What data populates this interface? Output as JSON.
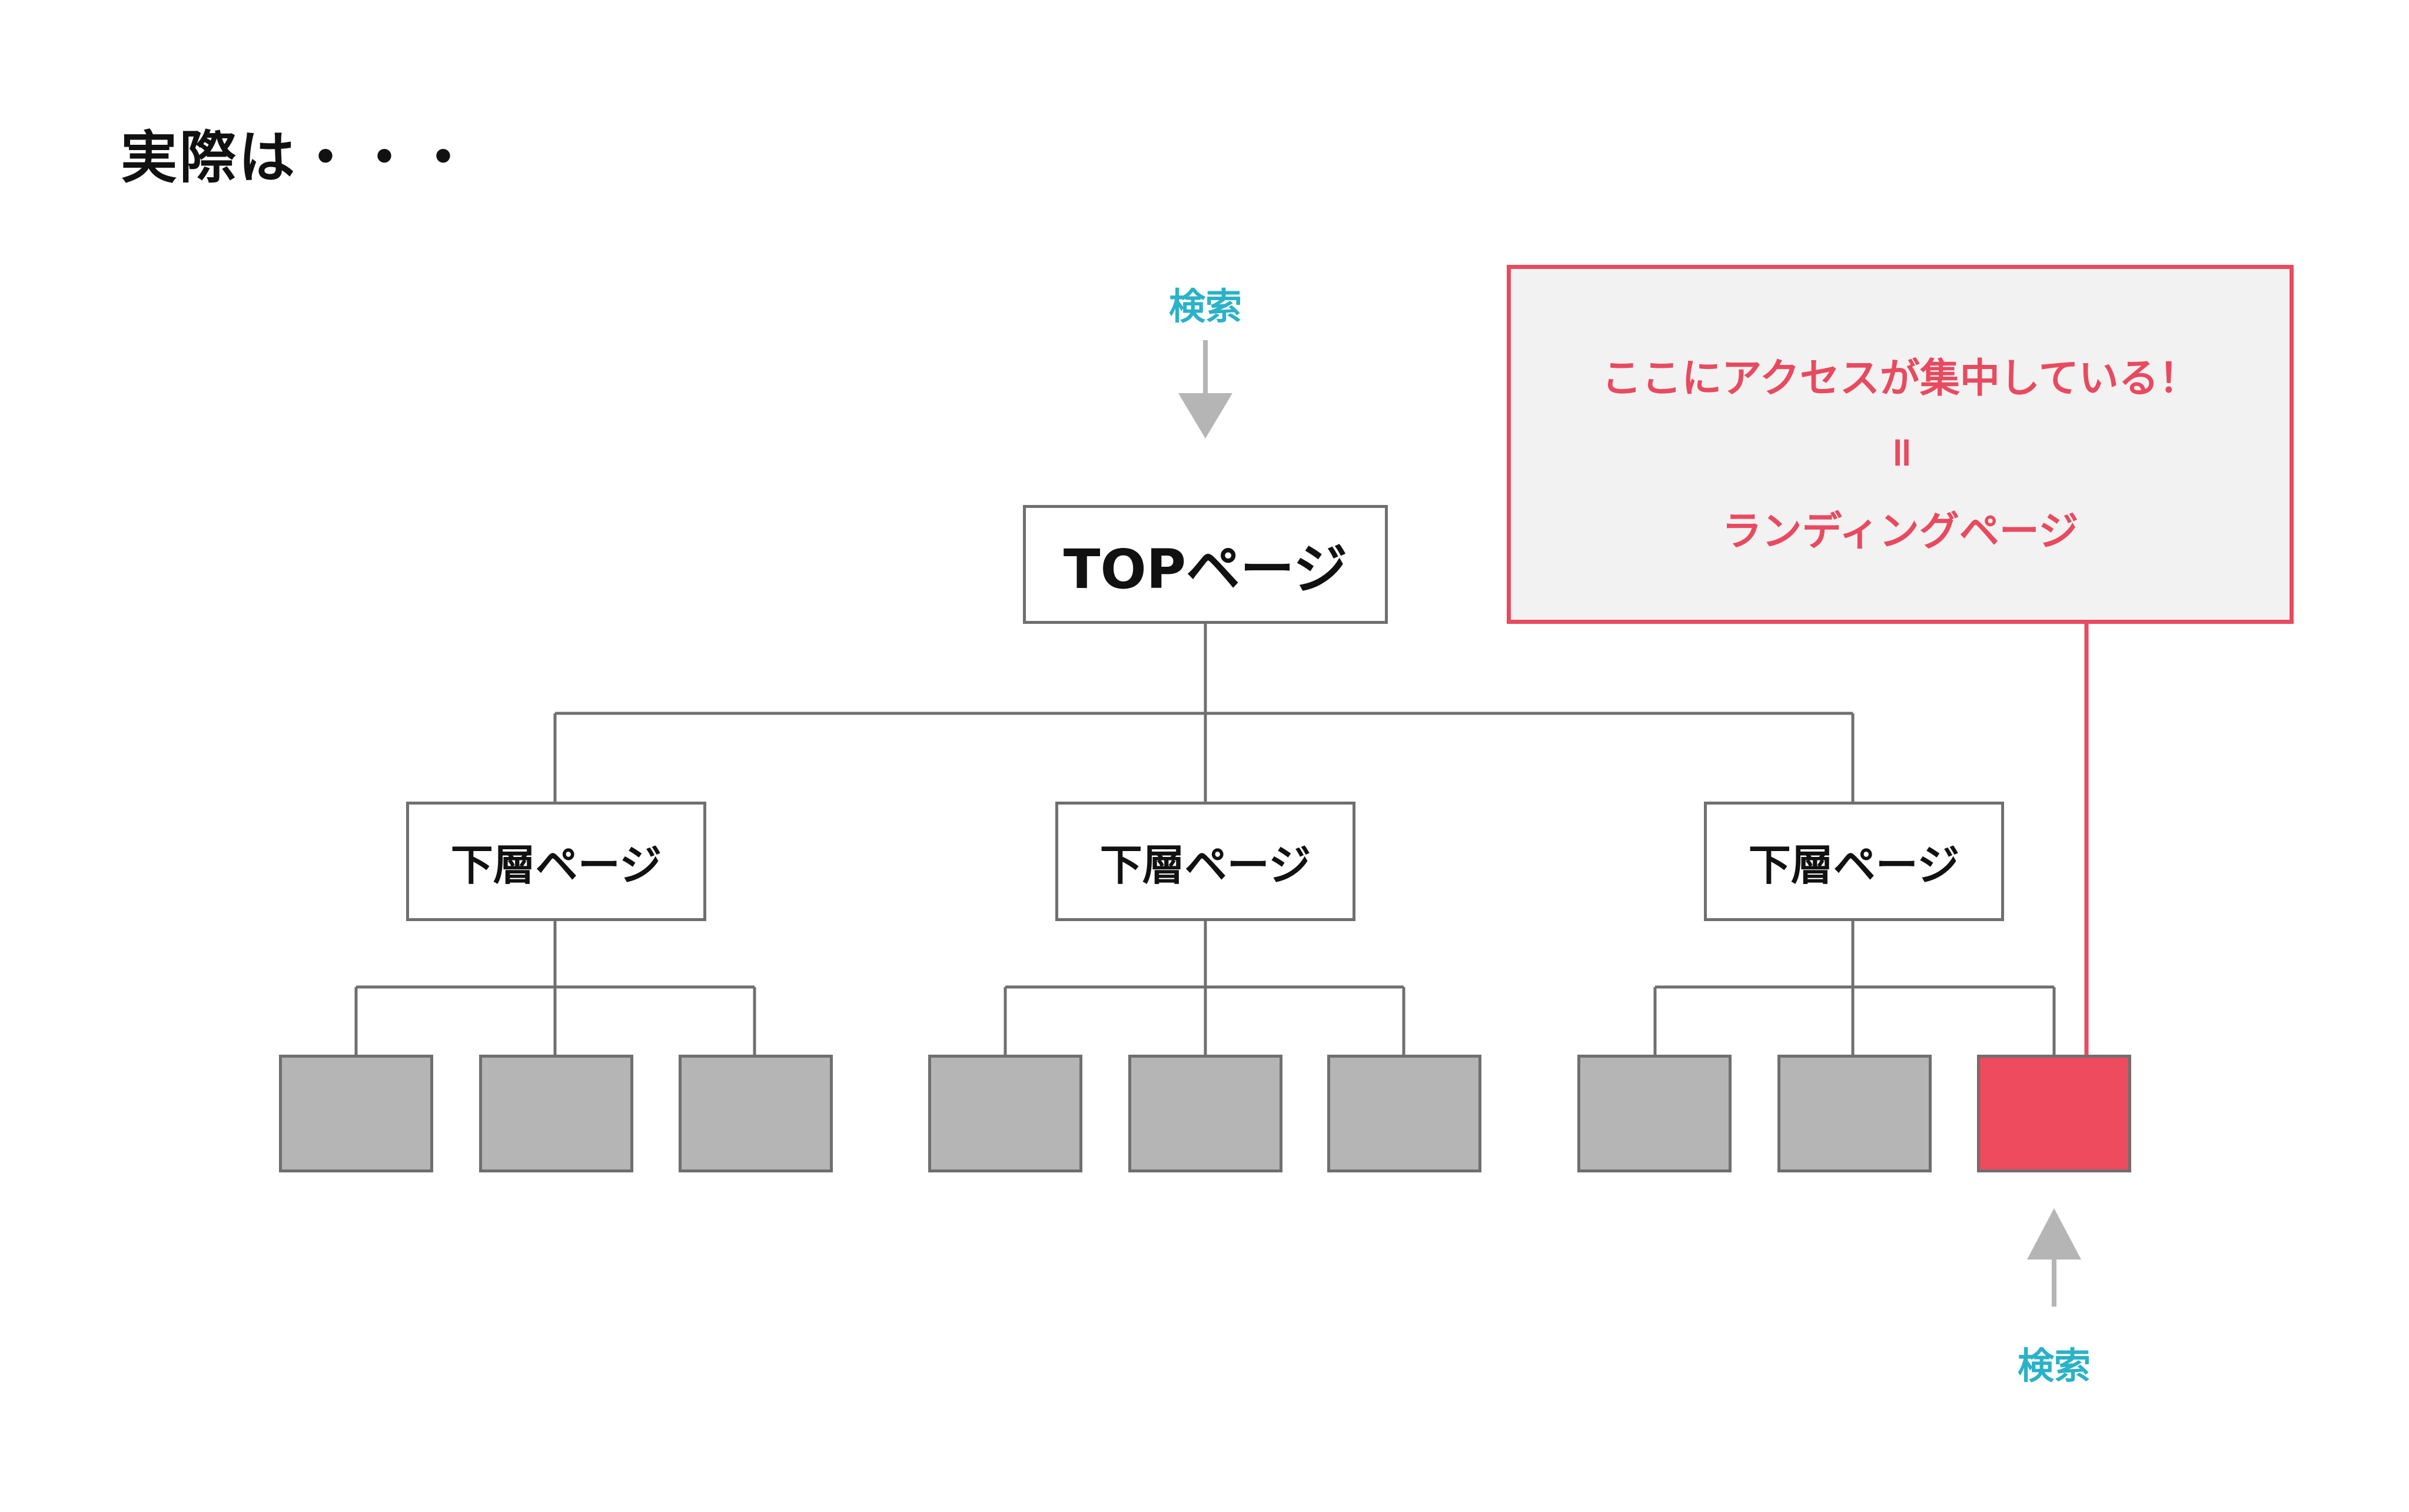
{
  "heading": "実際は・・・",
  "top_node": {
    "label": "TOPページ"
  },
  "sub_nodes": [
    {
      "label": "下層ページ"
    },
    {
      "label": "下層ページ"
    },
    {
      "label": "下層ページ"
    }
  ],
  "leaf_count": 9,
  "highlighted_leaf": 9,
  "search_top": {
    "label": "検索"
  },
  "search_bottom": {
    "label": "検索"
  },
  "callout": {
    "line1": "ここにアクセスが集中している！",
    "line2": "॥",
    "line3": "ランディングページ"
  },
  "colors": {
    "accent_red": "#e84a5f",
    "search_blue": "#2ab2c8",
    "leaf_gray": "#b6b5b6",
    "border_gray": "#6f6f6f"
  }
}
